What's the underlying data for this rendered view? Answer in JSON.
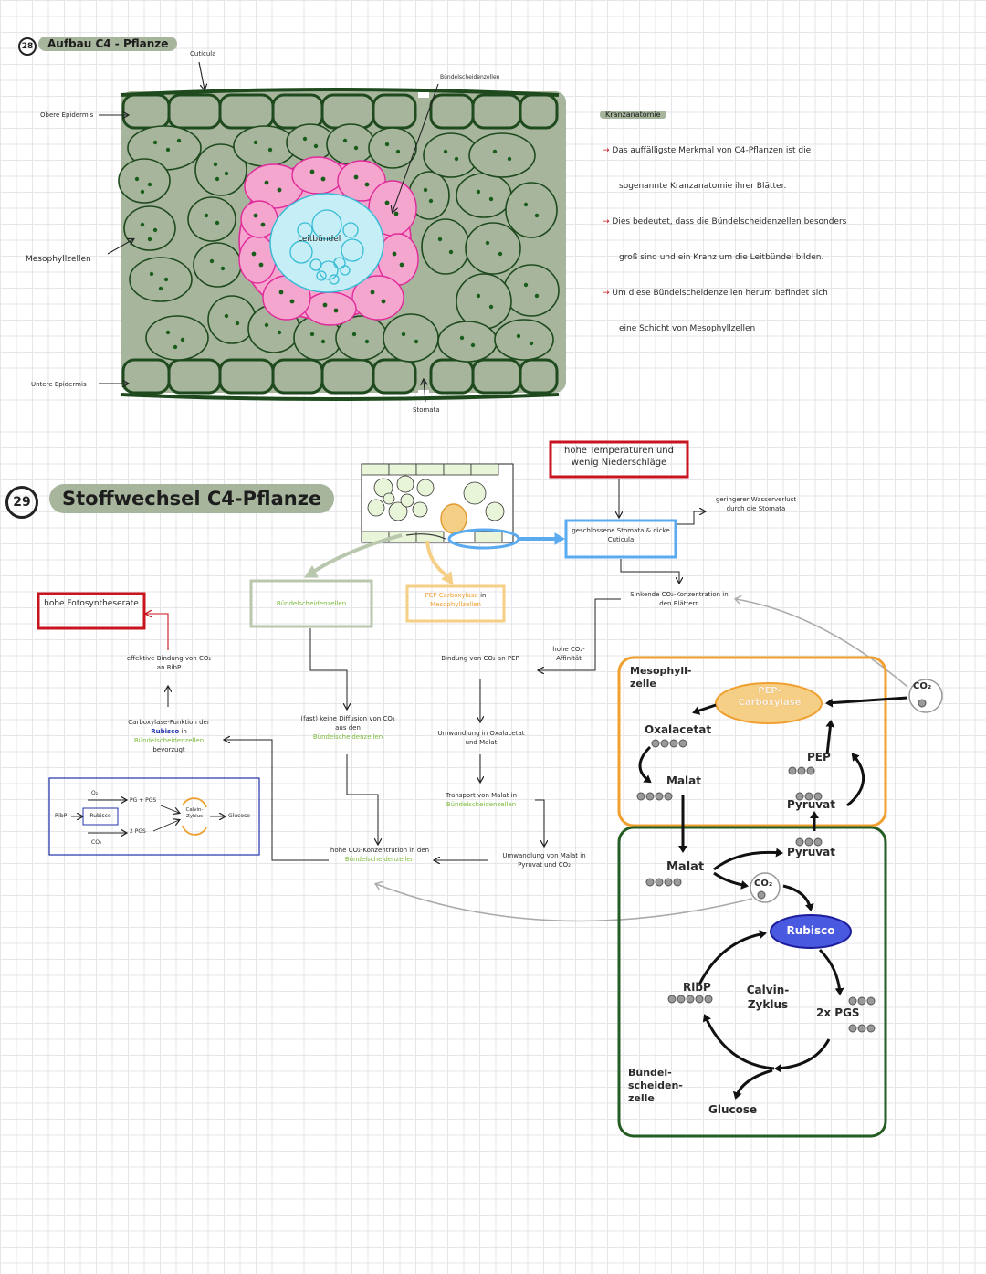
{
  "section28": {
    "number": "28",
    "title": "Aufbau C4 - Pflanze",
    "labels": {
      "cuticula": "Cuticula",
      "obere_epidermis": "Obere Epidermis",
      "mesophyllzellen": "Mesophyllzellen",
      "untere_epidermis": "Untere Epidermis",
      "buendelscheidenzellen": "Bündelscheidenzellen",
      "leitbuendel": "Leitbündel",
      "stomata": "Stomata"
    },
    "notes": {
      "heading": "Kranzanatomie",
      "lines": [
        "Das auffälligste Merkmal von C4-Pflanzen ist die",
        "sogenannte Kranzanatomie ihrer Blätter.",
        "Dies bedeutet, dass die Bündelscheidenzellen besonders",
        "groß sind und ein Kranz um die Leitbündel bilden.",
        "Um diese Bündelscheidenzellen herum befindet sich",
        "eine Schicht von Mesophyllzellen"
      ]
    }
  },
  "section29": {
    "number": "29",
    "title": "Stoffwechsel C4-Pflanze",
    "flow": {
      "hohe_temp": "hohe Temperaturen und wenig Niederschläge",
      "geschlossene": "geschlossene Stomata & dicke Cuticula",
      "geringerer": "geringerer Wasserverlust durch die Stomata",
      "sinkende": "Sinkende CO₂-Konzentration in den Blättern",
      "hohe_affinitaet": "hohe CO₂-Affinität",
      "buendel_box": "Bündelscheidenzellen",
      "pep_box_a": "PEP-Carboxylase",
      "pep_box_b": "in",
      "pep_box_c": "Mesophyllzellen",
      "bindung": "Bindung von CO₂ an PEP",
      "umwandlung1": "Umwandlung in Oxalacetat und Malat",
      "transport_a": "Transport von Malat in",
      "transport_b": "Bündelscheidenzellen",
      "umwandlung2": "Umwandlung von Malat in Pyruvat und CO₂",
      "hohe_konz_a": "hohe CO₂-Konzentration in den",
      "hohe_konz_b": "Bündelscheidenzellen",
      "keine_diff_a": "(fast) keine Diffusion von CO₂ aus den",
      "keine_diff_b": "Bündelscheidenzellen",
      "carboxylase_a": "Carboxylase-Funktion der",
      "carboxylase_rubisco": "Rubisco",
      "carboxylase_in": "in",
      "carboxylase_b": "Bündelscheidenzellen",
      "carboxylase_c": "bevorzugt",
      "effektive": "effektive Bindung von CO₂ an RibP",
      "hohe_foto": "hohe Fotosyntheserate"
    },
    "mini": {
      "o2": "O₂",
      "co2": "CO₂",
      "ribp": "RibP",
      "rubisco": "Rubisco",
      "pg_pgs": "PG + PGS",
      "two_pgs": "2 PGS",
      "calvin": "Calvin-Zyklus",
      "glucose": "Glucose"
    },
    "cycle": {
      "mesophyll_label": "Mesophyll-zelle",
      "pep_carboxylase": "PEP-Carboxylase",
      "oxalacetat": "Oxalacetat",
      "pep": "PEP",
      "malat": "Malat",
      "pyruvat": "Pyruvat",
      "co2_in": "CO₂",
      "malat2": "Malat",
      "pyruvat2": "Pyruvat",
      "co2_mid": "CO₂",
      "rubisco": "Rubisco",
      "ribp": "RibP",
      "calvin": "Calvin-Zyklus",
      "two_pgs": "2x PGS",
      "glucose": "Glucose",
      "buendel_label": "Bündel-scheiden-zelle"
    }
  },
  "colors": {
    "leaf": "#a6b59c",
    "cell_stroke": "#1e4a1e",
    "chloroplast": "#1a5c1a",
    "bundle_pink": "#f4a6cf",
    "vascular_blue": "#c6eef6",
    "red": "#c8141e",
    "blue": "#5aaaf0",
    "orange": "#f0a030",
    "green": "#7cbb3c",
    "dark_green": "#245c24",
    "grey": "#9aa894",
    "rubisco": "#3a3ad0",
    "pep_fill": "#f6cf86"
  }
}
